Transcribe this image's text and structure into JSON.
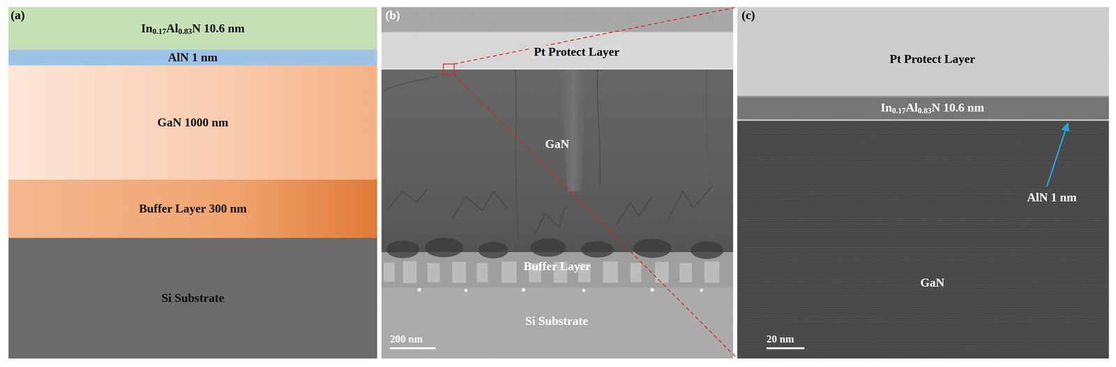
{
  "diagram": {
    "nodes": [
      {
        "text": [
          "In0.17Al0.83N 10.6 nm"
        ]
      },
      {
        "text": [
          "AlN 1 nm"
        ]
      },
      {
        "text": [
          "GaN 1000 nm"
        ]
      },
      {
        "text": [
          "Buffer Layer 300 nm"
        ]
      },
      {
        "text": [
          "Si Substrate"
        ]
      }
    ],
    "labels": [
      "(a)",
      "(b)",
      "Pt Protect Layer",
      "GaN",
      "Buffer Layer",
      "Si Substrate",
      "200 nm",
      "(c)",
      "Pt Protect Layer",
      "In0.17Al0.83N 10.6 nm",
      "AlN 1 nm",
      "GaN",
      "20 nm"
    ]
  }
}
